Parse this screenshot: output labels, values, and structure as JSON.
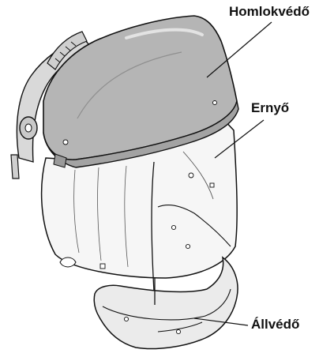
{
  "labels": {
    "brow_guard": "Homlokvédő",
    "visor": "Ernyő",
    "chin_guard": "Állvédő"
  },
  "colors": {
    "ink": "#111111",
    "headband": "#b5b5b5",
    "visor_fill": "#f4f4f4",
    "chin_fill": "#ebebeb"
  }
}
